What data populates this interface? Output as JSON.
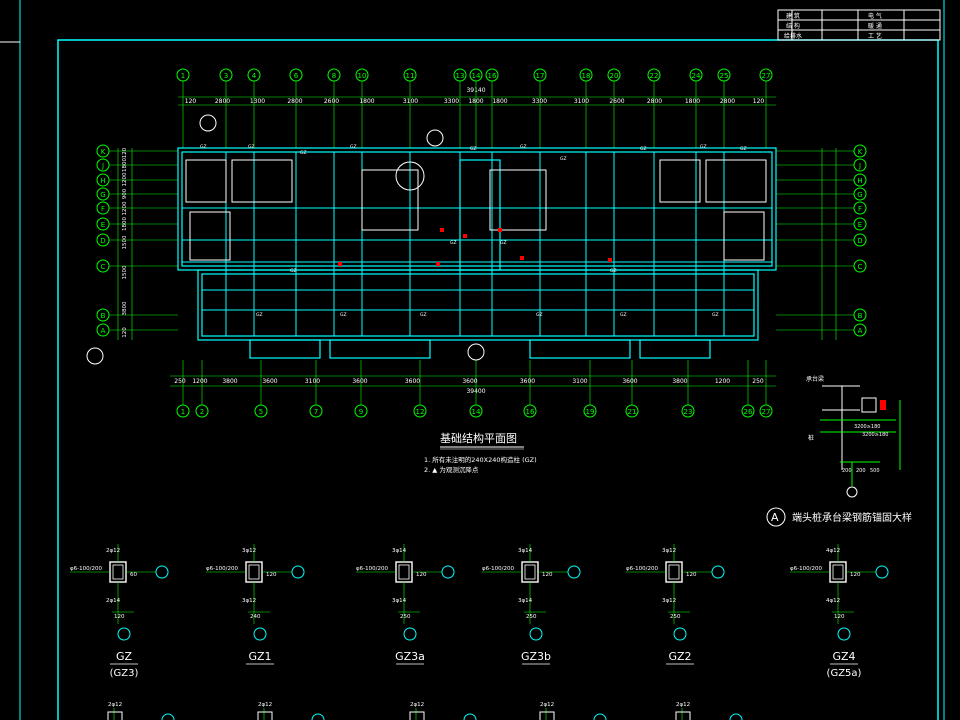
{
  "title_block": {
    "rows": [
      {
        "left": "建 筑",
        "right": "电 气"
      },
      {
        "left": "结 构",
        "right": "暖 通"
      },
      {
        "left": "给排水",
        "right": "工 艺"
      }
    ]
  },
  "grid_top": [
    "1",
    "3",
    "4",
    "6",
    "8",
    "10",
    "11",
    "13",
    "14",
    "16",
    "17",
    "18",
    "20",
    "22",
    "24",
    "25",
    "27"
  ],
  "grid_bottom": [
    "1",
    "2",
    "5",
    "7",
    "9",
    "12",
    "14",
    "16",
    "19",
    "21",
    "23",
    "26",
    "27"
  ],
  "grid_rows": [
    "K",
    "J",
    "H",
    "G",
    "F",
    "E",
    "D",
    "C",
    "B",
    "A"
  ],
  "dims_top": [
    "120",
    "2800",
    "1300",
    "2800",
    "2600",
    "1800",
    "3100",
    "3300",
    "1800",
    "1800",
    "3300",
    "3100",
    "2600",
    "2800",
    "1800",
    "2800",
    "120"
  ],
  "dims_top_total": "39140",
  "dims_bottom": [
    "250",
    "1200",
    "3800",
    "3600",
    "3100",
    "3600",
    "3600",
    "3600",
    "3600",
    "3100",
    "3600",
    "3800",
    "1200",
    "250"
  ],
  "dims_bottom_total": "39400",
  "dims_left": [
    "120",
    "1800",
    "1200",
    "900",
    "1200",
    "1800",
    "1500",
    "1500",
    "3800",
    "120"
  ],
  "plan_title": "基础结构平面图",
  "notes": [
    "1. 所有未注明的240X240构造柱 (GZ)",
    "2. ▲ 为观测沉降点"
  ],
  "detail": {
    "circle_label": "A",
    "caption": "端头桩承台梁钢筋锚固大样",
    "labels": [
      "承台梁",
      "桩",
      "3200≥180",
      "3200≥180",
      "200",
      "200",
      "500"
    ]
  },
  "columns": [
    {
      "name": "GZ",
      "sub": "(GZ3)",
      "top": "2φ12",
      "stir": "φ6-100/200",
      "bot": "2φ14",
      "dims": [
        "120",
        "60"
      ]
    },
    {
      "name": "GZ1",
      "sub": "",
      "top": "3φ12",
      "stir": "φ6-100/200",
      "bot": "3φ12",
      "dims": [
        "240",
        "120"
      ]
    },
    {
      "name": "GZ3a",
      "sub": "",
      "top": "3φ14",
      "stir": "φ6-100/200",
      "bot": "3φ14",
      "dims": [
        "250",
        "120"
      ]
    },
    {
      "name": "GZ3b",
      "sub": "",
      "top": "3φ14",
      "stir": "φ6-100/200",
      "bot": "3φ14",
      "dims": [
        "250",
        "120"
      ]
    },
    {
      "name": "GZ2",
      "sub": "",
      "top": "3φ12",
      "stir": "φ6-100/200",
      "bot": "3φ12",
      "dims": [
        "250",
        "120"
      ]
    },
    {
      "name": "GZ4",
      "sub": "(GZ5a)",
      "top": "4φ12",
      "stir": "φ6-100/200",
      "bot": "4φ12",
      "dims": [
        "120",
        "120"
      ]
    }
  ],
  "bottom_row_labels": [
    "2φ12",
    "2φ12",
    "2φ12",
    "2φ12",
    "2φ12"
  ],
  "colors": {
    "background": "#000000",
    "grid": "#00ff00",
    "structure": "#00ffff",
    "wall": "#ffffff",
    "mark": "#ff0000"
  }
}
